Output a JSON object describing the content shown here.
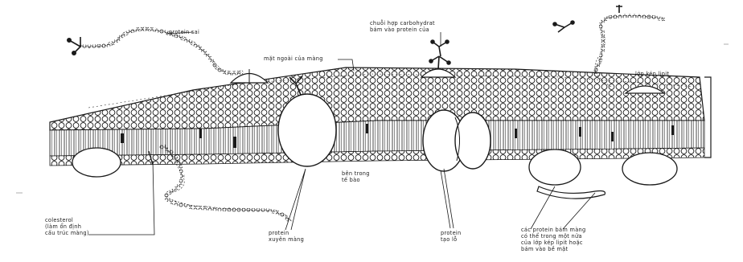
{
  "labels": {
    "protein_sai": "protein sai",
    "mat_ngoai": "mặt ngoài của màng",
    "chuoi_carbohydrat_1": "chuỗi hợp carbohydrat",
    "chuoi_carbohydrat_2": "bám vào protein của",
    "lop_kep_lipit": "lớp kép lipit",
    "ben_trong_1": "bên trong",
    "ben_trong_2": "tế bào",
    "colesterol_1": "colesterol",
    "colesterol_2": "(làm ổn định",
    "colesterol_3": "cấu trúc màng)",
    "protein_xuyen_1": "protein",
    "protein_xuyen_2": "xuyên màng",
    "protein_kenh_1": "protein",
    "protein_kenh_2": "tạo lỗ",
    "protein_bam_1": "các protein bám màng",
    "protein_bam_2": "có thể trong một nửa",
    "protein_bam_3": "của lớp kép lipit hoặc",
    "protein_bam_4": "bám vào bề mặt"
  },
  "colors": {
    "ink": "#1a1a1a",
    "paper": "#ffffff",
    "shade": "#3a3a3a"
  }
}
